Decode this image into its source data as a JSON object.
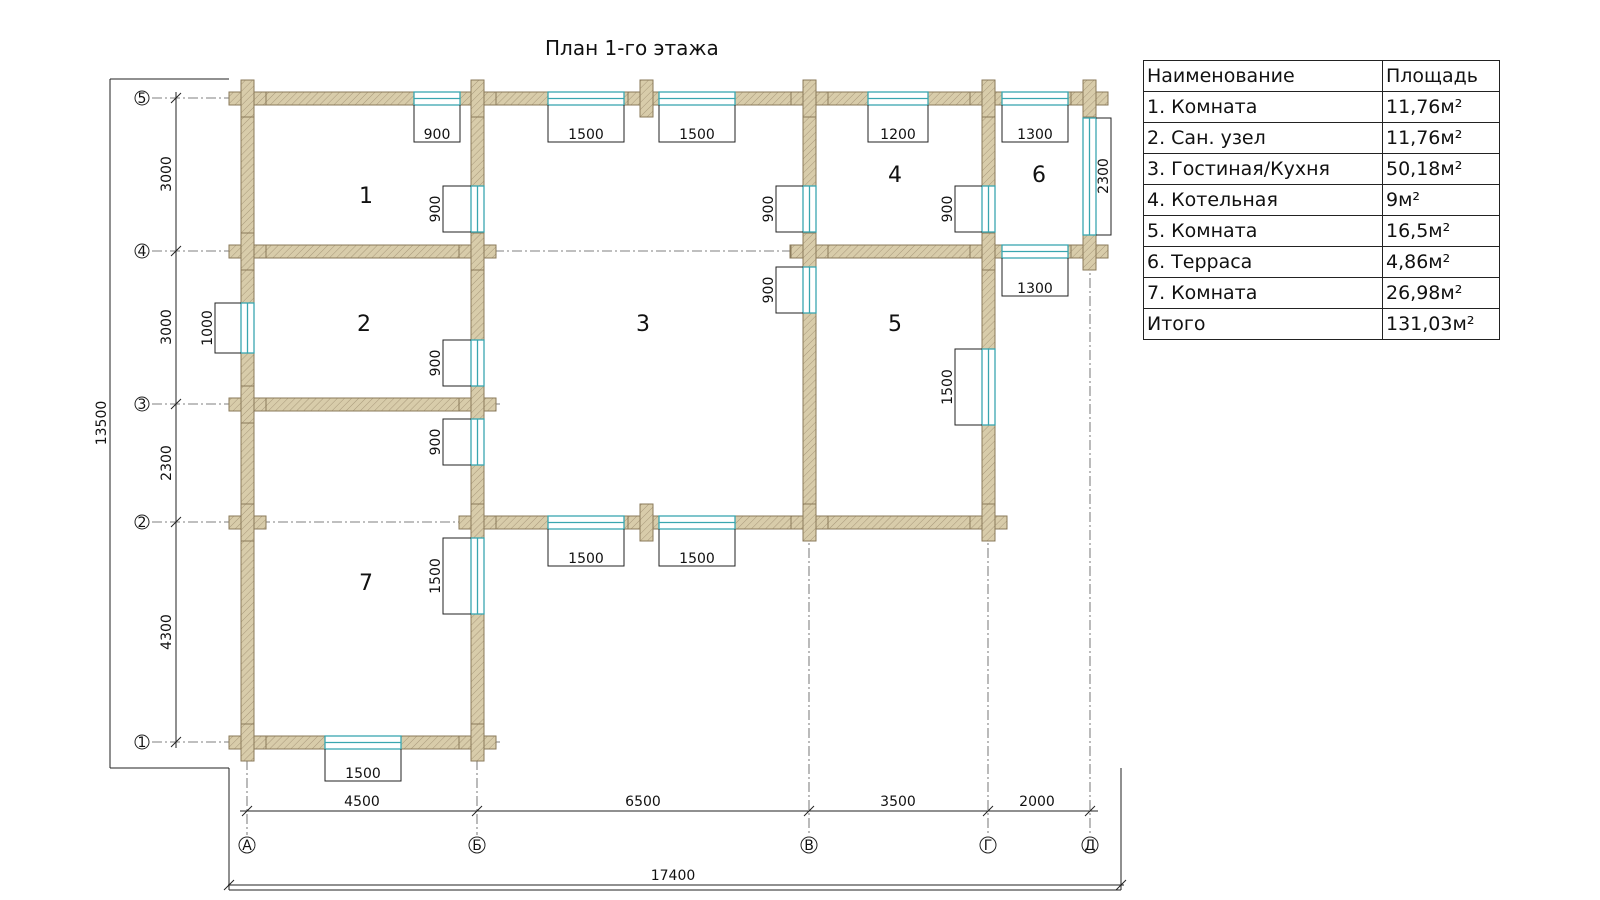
{
  "title": "План 1-го этажа",
  "table": {
    "headers": [
      "Наименование",
      "Площадь"
    ],
    "rows": [
      {
        "name": "1. Комната",
        "area": "11,76м²"
      },
      {
        "name": "2. Сан. узел",
        "area": "11,76м²"
      },
      {
        "name": "3. Гостиная/Кухня",
        "area": "50,18м²"
      },
      {
        "name": "4. Котельная",
        "area": "9м²"
      },
      {
        "name": "5. Комната",
        "area": "16,5м²"
      },
      {
        "name": "6. Терраса",
        "area": "4,86м²"
      },
      {
        "name": "7. Комната",
        "area": "26,98м²"
      },
      {
        "name": "Итого",
        "area": "131,03м²"
      }
    ]
  },
  "rooms": [
    "1",
    "2",
    "3",
    "4",
    "5",
    "6",
    "7"
  ],
  "axes": {
    "horizontal": [
      "А",
      "Б",
      "В",
      "Г",
      "Д"
    ],
    "vertical": [
      "1",
      "2",
      "3",
      "4",
      "5"
    ]
  },
  "dims": {
    "bottom": [
      "4500",
      "6500",
      "3500",
      "2000"
    ],
    "overall_width": "17400",
    "left": [
      "3000",
      "3000",
      "2300",
      "4300"
    ],
    "overall_height": "13500",
    "windows": {
      "w_top_1": "900",
      "w_top_2": "1500",
      "w_top_3": "1500",
      "w_top_4": "1200",
      "w_top_5": "1300",
      "w_right_6": "2300",
      "w_r4_bottom": "1300",
      "w_room1": "900",
      "w_room4_left": "900",
      "w_room4_right": "900",
      "w_room2_left": "1000",
      "w_room2_right": "900",
      "w_room3_right": "900",
      "w_room5": "1500",
      "w_room7_side": "900",
      "w_room7_right": "1500",
      "w_mid_1": "1500",
      "w_mid_2": "1500",
      "w_bottom_7": "1500"
    }
  },
  "colors": {
    "wall": "#d8ccaa",
    "wall_edge": "#8a7a5a",
    "window": "#6cc4cc",
    "line": "#222222"
  }
}
